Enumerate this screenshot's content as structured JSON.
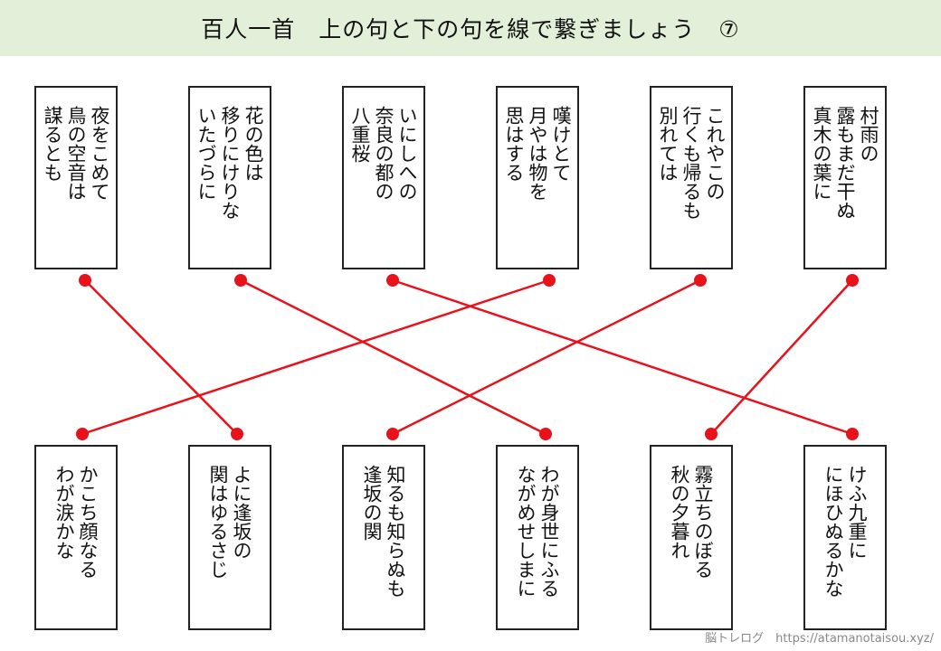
{
  "title": "百人一首　上の句と下の句を線で繋ぎましょう　⑦",
  "line_color": "#e8121a",
  "upper_verses": [
    [
      "夜をこめて",
      "鳥の空音は",
      "謀るとも"
    ],
    [
      "花の色は",
      "移りにけりな",
      "いたづらに"
    ],
    [
      "いにしへの",
      "奈良の都の",
      "八重桜"
    ],
    [
      "嘆けとて",
      "月やは物を",
      "思はする"
    ],
    [
      "これやこの",
      "行くも帰るも",
      "別れては"
    ],
    [
      "村雨の",
      "露もまだ干ぬ",
      "真木の葉に"
    ]
  ],
  "lower_verses": [
    [
      "かこち顔なる",
      "わが涙かな"
    ],
    [
      "よに逢坂の",
      "関はゆるさじ"
    ],
    [
      "知るも知らぬも",
      "逢坂の関"
    ],
    [
      "わが身世にふる",
      "ながめせしまに"
    ],
    [
      "霧立ちのぼる",
      "秋の夕暮れ"
    ],
    [
      "けふ九重に",
      "にほひぬるかな"
    ]
  ],
  "connections": [
    [
      0,
      1
    ],
    [
      1,
      3
    ],
    [
      2,
      5
    ],
    [
      3,
      0
    ],
    [
      4,
      2
    ],
    [
      5,
      4
    ]
  ],
  "credit": "脳トレログ　https://atamanotaisou.xyz/"
}
